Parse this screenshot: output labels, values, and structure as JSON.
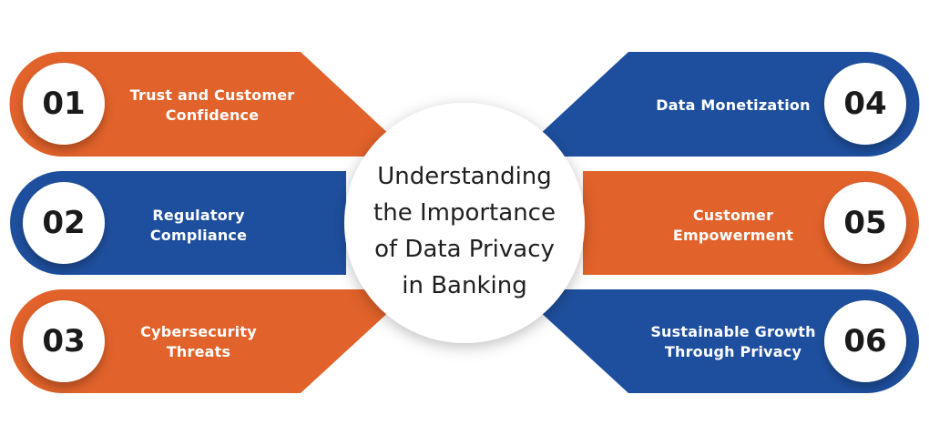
{
  "colors": {
    "orange": "#E1622A",
    "blue": "#1E4F9E",
    "circle_shadow": "#c9c9c9"
  },
  "center": {
    "lines": [
      "Understanding",
      "the Importance",
      "of Data Privacy",
      "in Banking"
    ]
  },
  "items": [
    {
      "number": "01",
      "lines": [
        "Trust and Customer",
        "Confidence"
      ],
      "color": "orange"
    },
    {
      "number": "02",
      "lines": [
        "Regulatory",
        "Compliance"
      ],
      "color": "blue"
    },
    {
      "number": "03",
      "lines": [
        "Cybersecurity",
        "Threats"
      ],
      "color": "orange"
    },
    {
      "number": "04",
      "lines": [
        "Data Monetization"
      ],
      "color": "blue"
    },
    {
      "number": "05",
      "lines": [
        "Customer",
        "Empowerment"
      ],
      "color": "orange"
    },
    {
      "number": "06",
      "lines": [
        "Sustainable Growth",
        "Through Privacy"
      ],
      "color": "blue"
    }
  ]
}
